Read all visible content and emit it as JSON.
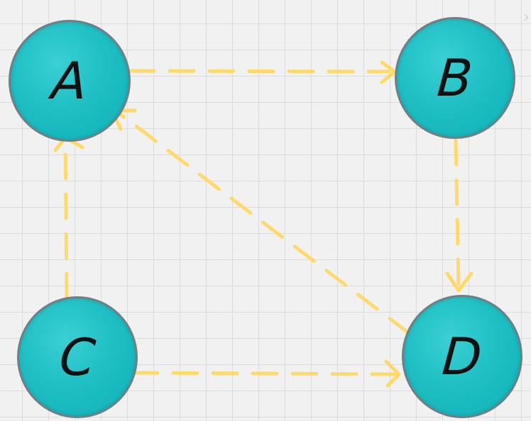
{
  "diagram": {
    "nodes": [
      {
        "id": "a",
        "label": "A"
      },
      {
        "id": "b",
        "label": "B"
      },
      {
        "id": "c",
        "label": "C"
      },
      {
        "id": "d",
        "label": "D"
      }
    ],
    "edges": [
      {
        "from": "A",
        "to": "B",
        "style": "dashed"
      },
      {
        "from": "B",
        "to": "D",
        "style": "dashed"
      },
      {
        "from": "C",
        "to": "A",
        "style": "dashed"
      },
      {
        "from": "C",
        "to": "D",
        "style": "dashed"
      },
      {
        "from": "D",
        "to": "A",
        "style": "dashed"
      }
    ],
    "colors": {
      "node_fill": "#1fbfc4",
      "node_border": "#6f7f86",
      "edge": "#ffd75e",
      "background": "#f1f1f1",
      "grid": "#dcdcdc"
    },
    "corner_glyph": "›"
  }
}
